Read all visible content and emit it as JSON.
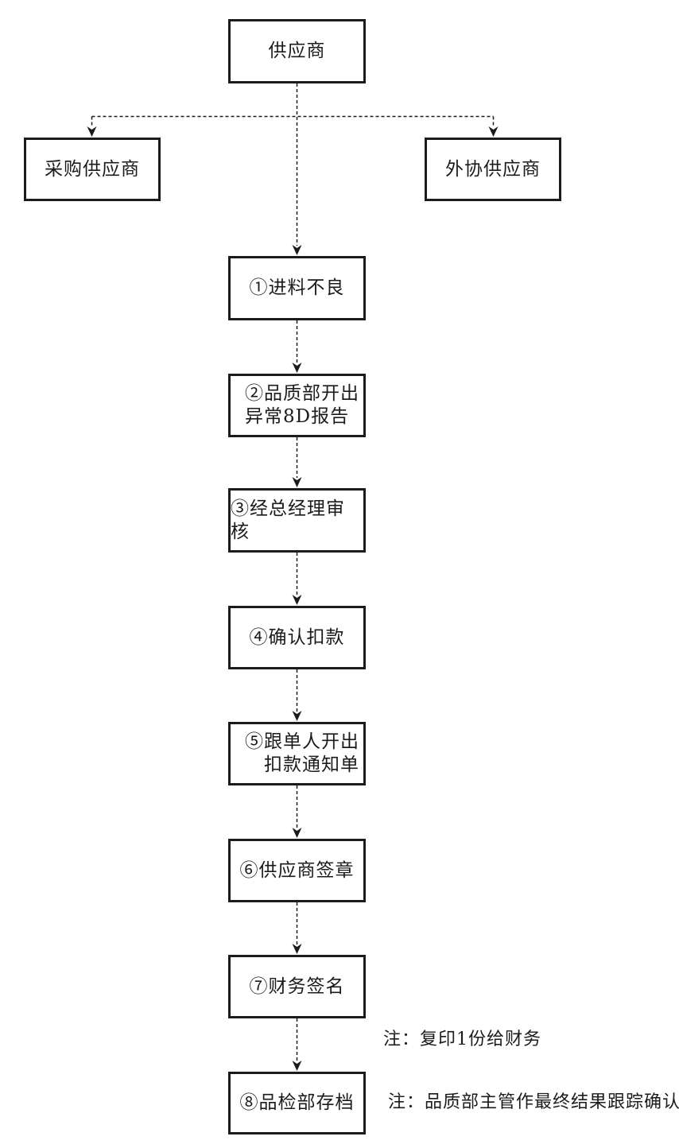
{
  "page": {
    "background": "#ffffff",
    "ink": "#1b1b1b"
  },
  "flow": {
    "root": {
      "label": "供应商"
    },
    "branches": [
      {
        "label": "采购供应商"
      },
      {
        "label": "外协供应商"
      }
    ],
    "steps": [
      {
        "lines": [
          "①进料不良"
        ]
      },
      {
        "lines": [
          "②品质部开出",
          "异常8D报告"
        ]
      },
      {
        "lines": [
          "③经总经理审核"
        ]
      },
      {
        "lines": [
          "④确认扣款"
        ]
      },
      {
        "lines": [
          "⑤跟单人开出",
          "扣款通知单"
        ]
      },
      {
        "lines": [
          "⑥供应商签章"
        ]
      },
      {
        "lines": [
          "⑦财务签名"
        ]
      },
      {
        "lines": [
          "⑧品检部存档"
        ]
      }
    ],
    "notes": [
      {
        "label": "注：复印1份给财务"
      },
      {
        "label": "注：品质部主管作最终结果跟踪确认"
      }
    ]
  }
}
